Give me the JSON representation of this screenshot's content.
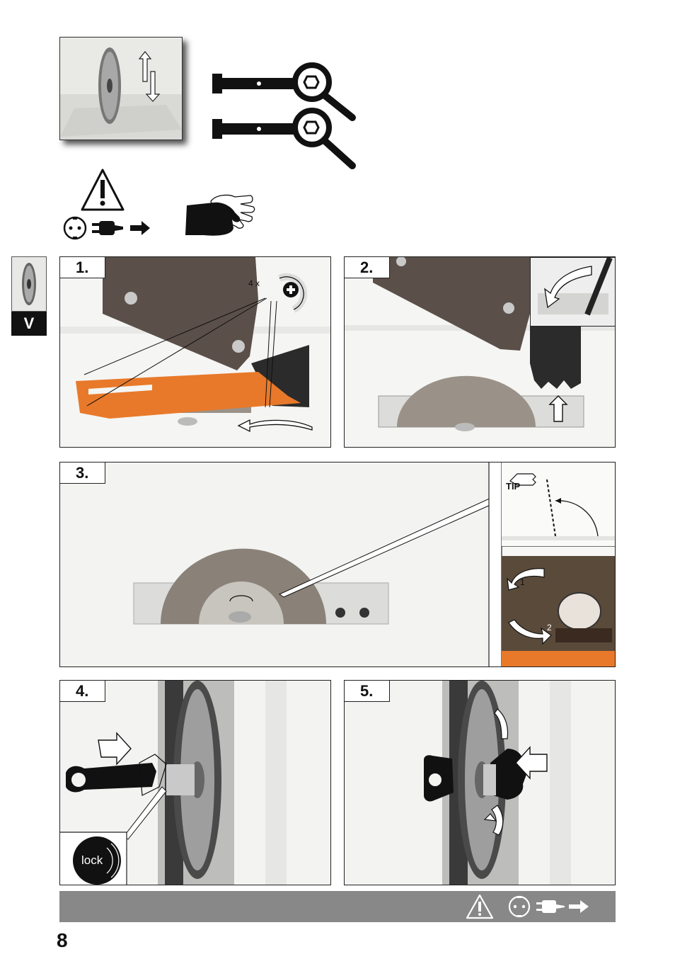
{
  "header": {
    "saw_image_icon": "saw-blade-icon",
    "up_down_icon": "up-down-arrows-icon",
    "tool_icons": [
      "spanner-magnifier-icon",
      "spanner-magnifier-icon"
    ],
    "warning_icon": "warning-triangle-icon",
    "unplug_icon": "unplug-icon",
    "gloves_icon": "gloves-icon"
  },
  "side_tab": {
    "letter": "V"
  },
  "steps": [
    {
      "label": "1.",
      "count_label": "4 x"
    },
    {
      "label": "2."
    },
    {
      "label": "3.",
      "tip_label": "TIP",
      "sub_numbers": [
        "1",
        "2"
      ]
    },
    {
      "label": "4.",
      "lock_label": "lock"
    },
    {
      "label": "5."
    }
  ],
  "footer": {
    "icons": [
      "warning-triangle-icon",
      "socket-icon",
      "plug-icon",
      "arrow-right-icon"
    ],
    "bar_color": "#888888"
  },
  "page": {
    "number": "8"
  },
  "colors": {
    "orange": "#e8792a",
    "guard": "#5b4f49",
    "blade": "#8a8278"
  }
}
